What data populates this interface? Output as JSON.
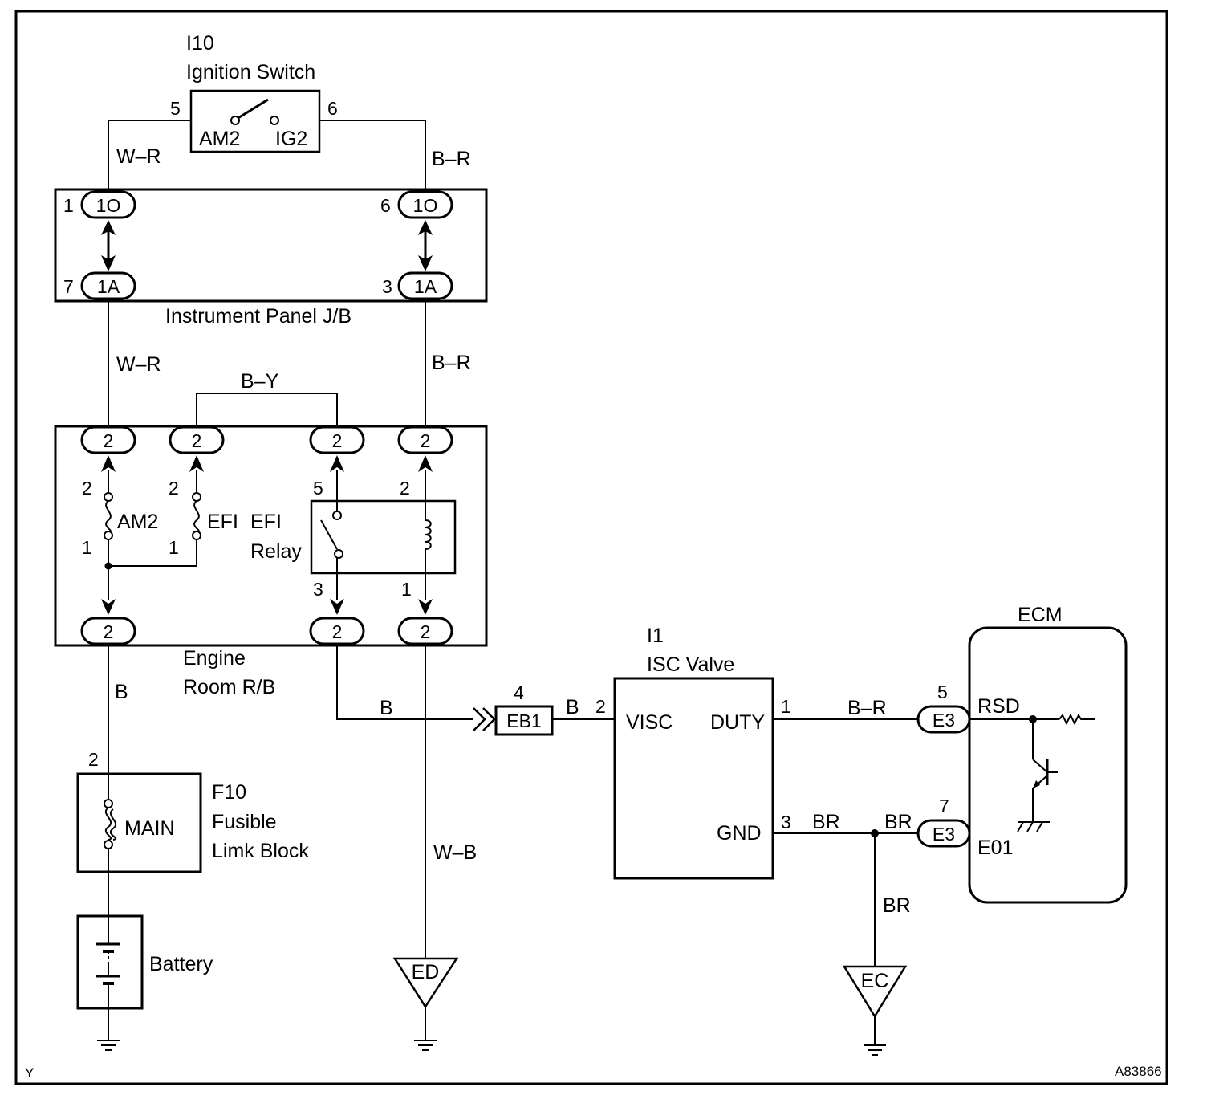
{
  "ignition_switch": {
    "code": "I10",
    "name": "Ignition Switch",
    "term_am2": "AM2",
    "term_ig2": "IG2",
    "pin_left": "5",
    "pin_right": "6"
  },
  "wires": {
    "w_r_top": "W–R",
    "b_r_top": "B–R",
    "w_r_mid": "W–R",
    "b_r_mid": "B–R",
    "b_y": "B–Y",
    "b_main": "B",
    "b_feed": "B",
    "b_eb1": "B",
    "w_b": "W–B",
    "b_r_duty": "B–R",
    "br_gnd_a": "BR",
    "br_gnd_b": "BR",
    "br_down": "BR"
  },
  "instrument_panel_jb": {
    "name": "Instrument Panel J/B",
    "connectors": [
      {
        "pin": "1",
        "id": "1O"
      },
      {
        "pin": "6",
        "id": "1O"
      },
      {
        "pin": "7",
        "id": "1A"
      },
      {
        "pin": "3",
        "id": "1A"
      }
    ]
  },
  "engine_room_rb": {
    "name_line1": "Engine",
    "name_line2": "Room R/B",
    "connector_label": "2",
    "fuse_am2": {
      "name": "AM2",
      "pin_top": "2",
      "pin_bottom": "1"
    },
    "fuse_efi": {
      "name": "EFI",
      "pin_top": "2",
      "pin_bottom": "1"
    },
    "efi_relay": {
      "name_line1": "EFI",
      "name_line2": "Relay",
      "pin5": "5",
      "pin2": "2",
      "pin3": "3",
      "pin1": "1"
    }
  },
  "fusible_link": {
    "code": "F10",
    "name_line1": "Fusible",
    "name_line2": "Limk Block",
    "fuse": "MAIN",
    "pin": "2"
  },
  "battery": {
    "name": "Battery"
  },
  "isc_valve": {
    "code": "I1",
    "name": "ISC Valve",
    "visc": "VISC",
    "duty": "DUTY",
    "gnd": "GND",
    "pin_visc": "2",
    "pin_duty": "1",
    "pin_gnd": "3"
  },
  "connector_eb1": {
    "id": "EB1",
    "pin": "4"
  },
  "ecm": {
    "name": "ECM",
    "rsd": "RSD",
    "e01": "E01",
    "conn_rsd": {
      "id": "E3",
      "pin": "5"
    },
    "conn_e01": {
      "id": "E3",
      "pin": "7"
    }
  },
  "grounds": {
    "ed": "ED",
    "ec": "EC"
  },
  "corner_left": "Y",
  "figure_id": "A83866"
}
